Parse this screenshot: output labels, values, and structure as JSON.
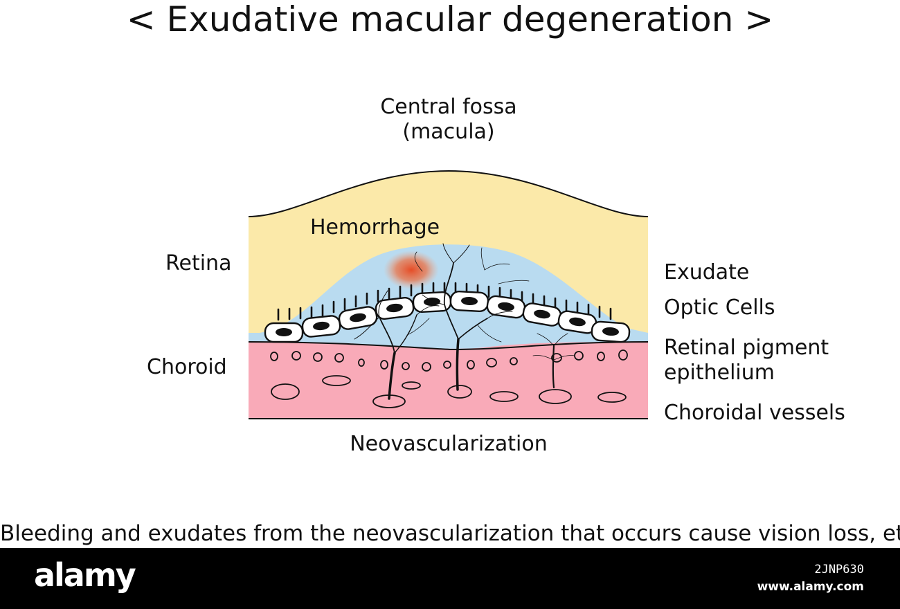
{
  "title": "< Exudative macular degeneration >",
  "labels": {
    "central_fossa_line1": "Central fossa",
    "central_fossa_line2": "(macula)",
    "hemorrhage": "Hemorrhage",
    "retina": "Retina",
    "choroid": "Choroid",
    "exudate": "Exudate",
    "optic_cells": "Optic Cells",
    "rpe_line1": "Retinal pigment",
    "rpe_line2": "epithelium",
    "choroidal_vessels": "Choroidal vessels",
    "neovascularization": "Neovascularization"
  },
  "caption": "Bleeding and exudates from the neovascularization that occurs cause vision loss, etc",
  "stock": {
    "logo": "alamy",
    "image_id": "2JNP630",
    "url": "www.alamy.com"
  },
  "colors": {
    "retina": "#fbe9a9",
    "exudate": "#b9dbf0",
    "choroid": "#f9aab8",
    "hemorrhage": "#ec5a2a",
    "outline": "#111111"
  }
}
